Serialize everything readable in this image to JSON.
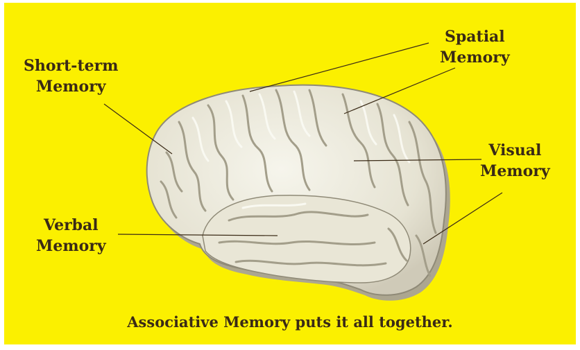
{
  "labels": {
    "short_term": {
      "line1": "Short-term",
      "line2": "Memory"
    },
    "spatial": {
      "line1": "Spatial",
      "line2": "Memory"
    },
    "visual": {
      "line1": "Visual",
      "line2": "Memory"
    },
    "verbal": {
      "line1": "Verbal",
      "line2": "Memory"
    }
  },
  "caption": "Associative Memory puts it all together.",
  "colors": {
    "background": "#fbf000",
    "brain_fill": "#efeee2",
    "brain_shadow": "#b9b4a3",
    "text": "#3a2a16"
  }
}
